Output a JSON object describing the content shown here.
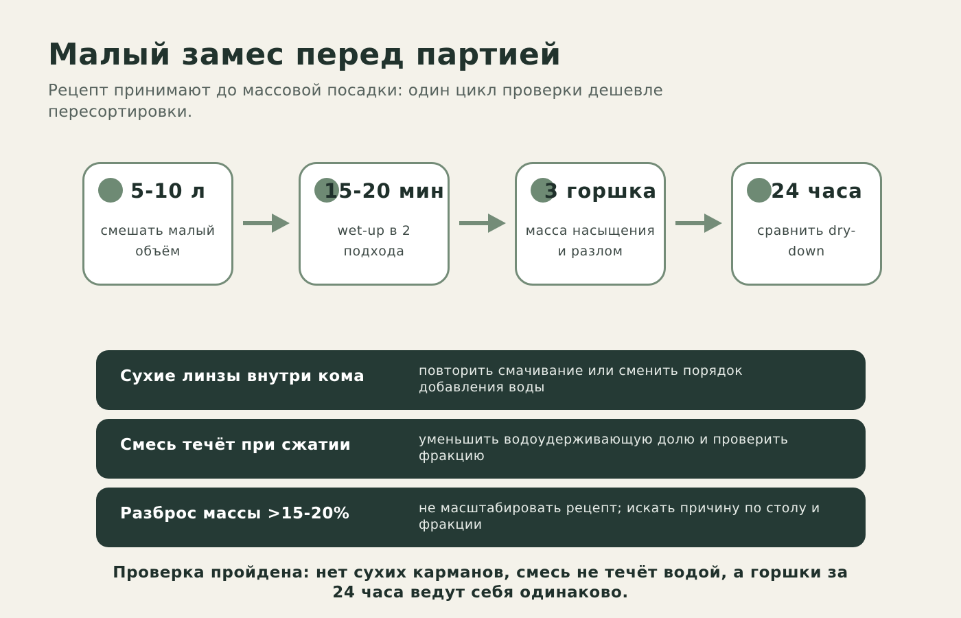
{
  "header": {
    "title": "Малый замес перед партией",
    "subtitle": "Рецепт принимают до массовой посадки: один цикл проверки дешевле пересортировки."
  },
  "steps": [
    {
      "value": "5-10 л",
      "desc": "смешать малый объём"
    },
    {
      "value": "15-20 мин",
      "desc": "wet-up в 2 подхода"
    },
    {
      "value": "3 горшка",
      "desc": "масса насыщения и разлом"
    },
    {
      "value": "24 часа",
      "desc": "сравнить dry-down"
    }
  ],
  "checks": [
    {
      "problem": "Сухие линзы внутри кома",
      "action": "повторить смачивание или сменить порядок добавления воды"
    },
    {
      "problem": "Смесь течёт при сжатии",
      "action": "уменьшить водоудерживающую долю и проверить фракцию"
    },
    {
      "problem": "Разброс массы >15-20%",
      "action": "не масштабировать рецепт; искать причину по столу и фракции"
    }
  ],
  "footer": {
    "text": "Проверка пройдена: нет сухих карманов, смесь не течёт водой, а горшки за 24 часа ведут себя одинаково."
  },
  "colors": {
    "background": "#f4f2ea",
    "accent": "#748c78",
    "dark_panel": "#253a35",
    "text": "#1f302b"
  }
}
